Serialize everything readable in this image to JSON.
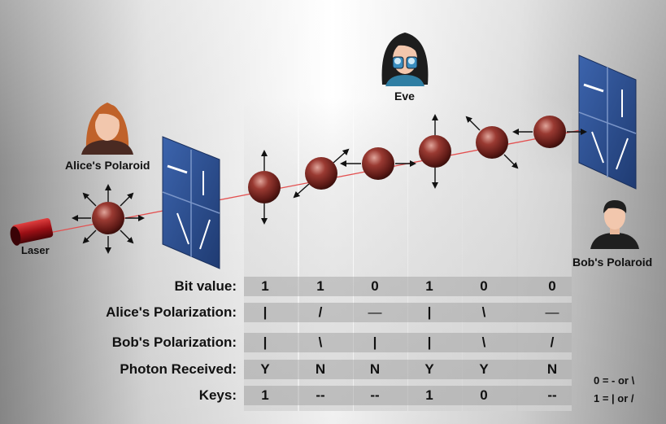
{
  "labels": {
    "alice": "Alice's Polaroid",
    "eve": "Eve",
    "bob": "Bob's Polaroid",
    "laser": "Laser"
  },
  "rows": [
    {
      "label": "Bit value:",
      "cells": [
        "1",
        "1",
        "0",
        "1",
        "0",
        "0"
      ]
    },
    {
      "label": "Alice's Polarization:",
      "cells": [
        "|",
        "/",
        "—",
        "|",
        "\\",
        "—"
      ]
    },
    {
      "label": "Bob's Polarization:",
      "cells": [
        "|",
        "\\",
        "|",
        "|",
        "\\",
        "/"
      ]
    },
    {
      "label": "Photon Received:",
      "cells": [
        "Y",
        "N",
        "N",
        "Y",
        "Y",
        "N"
      ]
    },
    {
      "label": "Keys:",
      "cells": [
        "1",
        "--",
        "--",
        "1",
        "0",
        "--"
      ]
    }
  ],
  "legend": {
    "zero": "0 = - or \\",
    "one": "1 = | or /"
  },
  "colors": {
    "polaroid": "#2f4f8f",
    "photon": "#8a2a24",
    "beam": "#e35050",
    "laser": "#a0141a"
  },
  "icons": [
    "alice-avatar",
    "eve-binoculars-avatar",
    "bob-avatar",
    "laser-emitter",
    "polarizer-filter",
    "photon-sphere",
    "polarization-arrows"
  ]
}
